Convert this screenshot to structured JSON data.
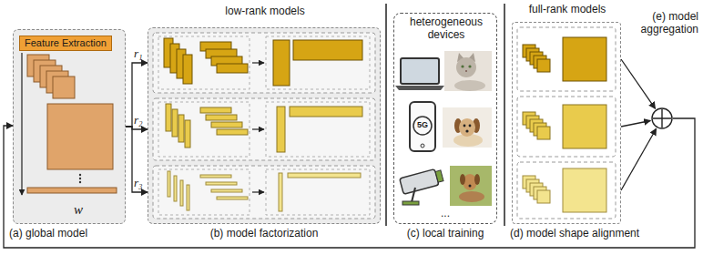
{
  "diagram": {
    "nodes": [
      {
        "text": [
          "w"
        ]
      },
      {
        "text": [
          "Feature Extraction"
        ],
        "in": 0
      },
      {
        "text": [
          "low-rank models"
        ]
      },
      {
        "text": [
          "heterogeneous devices",
          "..."
        ]
      },
      {
        "text": [
          "full-rank models"
        ]
      },
      {
        "text": [
          "(e) model aggregation"
        ]
      }
    ],
    "edges": [
      {
        "from": 0,
        "to": 2,
        "arrow": "to",
        "label": "r₁"
      },
      {
        "from": 0,
        "to": 2,
        "arrow": "to",
        "label": "r₂"
      },
      {
        "from": 0,
        "to": 2,
        "arrow": "to",
        "label": "r₃"
      },
      {
        "from": 4,
        "to": 5,
        "arrow": "to"
      },
      {
        "from": 4,
        "to": 5,
        "arrow": "to"
      },
      {
        "from": 4,
        "to": 5,
        "arrow": "to"
      },
      {
        "from": 5,
        "to": 0,
        "arrow": "to"
      }
    ],
    "labels": [
      "5G",
      "(a) global model",
      "(b) model factorization",
      "(c) local training",
      "(d) model shape alignment"
    ]
  }
}
